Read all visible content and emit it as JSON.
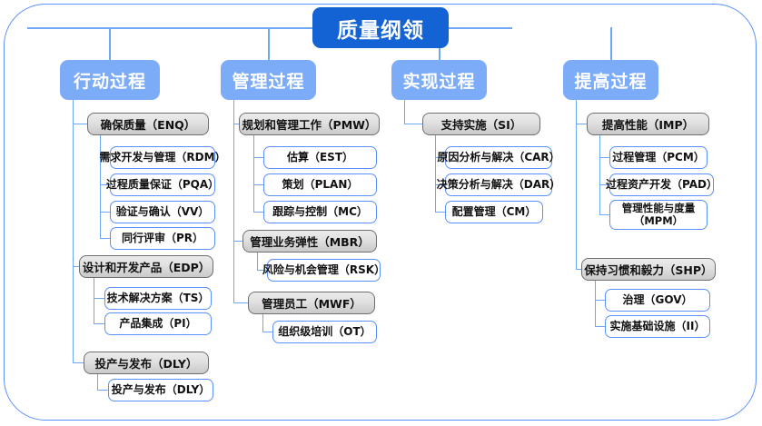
{
  "diagram": {
    "title": "质量纲领",
    "columns": [
      {
        "header": "行动过程",
        "groups": [
          {
            "label": "确保质量（ENQ）",
            "children": [
              "需求开发与管理（RDM）",
              "过程质量保证（PQA）",
              "验证与确认（VV）",
              "同行评审（PR）"
            ]
          },
          {
            "label": "设计和开发产品（EDP）",
            "children": [
              "技术解决方案（TS）",
              "产品集成（PI）"
            ]
          },
          {
            "label": "投产与发布（DLY）",
            "children": [
              "投产与发布（DLY）"
            ]
          }
        ]
      },
      {
        "header": "管理过程",
        "groups": [
          {
            "label": "规划和管理工作（PMW）",
            "children": [
              "估算（EST）",
              "策划（PLAN）",
              "跟踪与控制（MC）"
            ]
          },
          {
            "label": "管理业务弹性（MBR）",
            "children": [
              "风险与机会管理（RSK）"
            ]
          },
          {
            "label": "管理员工（MWF）",
            "children": [
              "组织级培训（OT）"
            ]
          }
        ]
      },
      {
        "header": "实现过程",
        "groups": [
          {
            "label": "支持实施（SI）",
            "children": [
              "原因分析与解决（CAR）",
              "决策分析与解决（DAR）",
              "配置管理（CM）"
            ]
          }
        ]
      },
      {
        "header": "提高过程",
        "groups": [
          {
            "label": "提高性能（IMP）",
            "children": [
              "过程管理（PCM）",
              "过程资产开发（PAD）",
              "管理性能与度量（MPM）"
            ]
          },
          {
            "label": "保持习惯和毅力（SHP）",
            "children": [
              "治理（GOV）",
              "实施基础设施（II）"
            ]
          }
        ]
      }
    ],
    "colors": {
      "title_bg": "#1463d4",
      "column_header_bg": "#7cacf8",
      "group_border": "#6f6f6f",
      "leaf_border": "#5b8ff9",
      "connector": "#6ea8f5",
      "frame_border": "#5b8ff9"
    }
  }
}
